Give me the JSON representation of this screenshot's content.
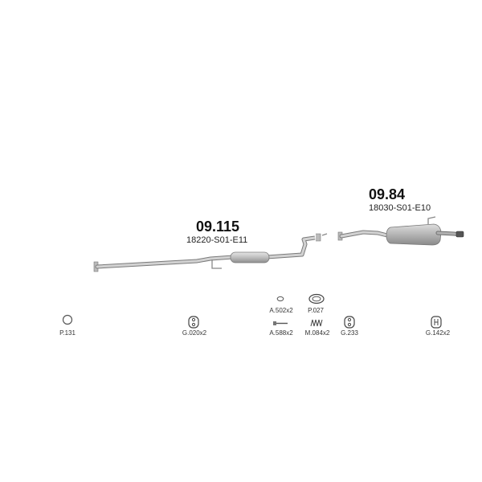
{
  "parts": [
    {
      "number": "09.115",
      "oem": "18220-S01-E11"
    },
    {
      "number": "09.84",
      "oem": "18030-S01-E10"
    }
  ],
  "accessories": {
    "p131": "P.131",
    "g020": "G.020x2",
    "a502": "A.502x2",
    "p027": "P.027",
    "a588": "A.588x2",
    "m084": "M.084x2",
    "g233": "G.233",
    "g142": "G.142x2"
  }
}
